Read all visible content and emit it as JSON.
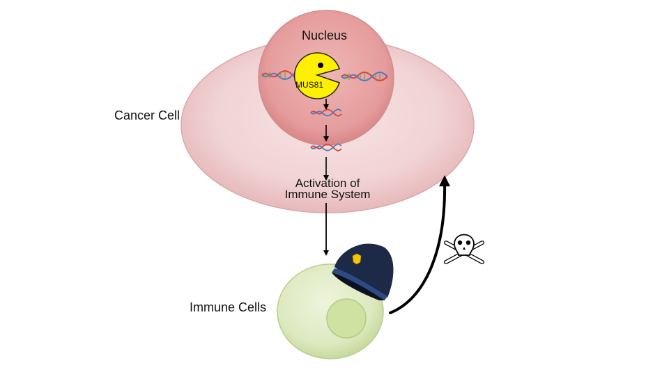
{
  "diagram": {
    "cancer_cell_label": "Cancer Cell",
    "nucleus_label": "Nucleus",
    "enzyme_label": "MUS81",
    "activation_line1": "Activation of",
    "activation_line2": "Immune System",
    "immune_cells_label": "Immune Cells"
  },
  "colors": {
    "cancer_cell_fill": "#f1d3d4",
    "nucleus_fill": "#e79f9f",
    "mus81_fill": "#ffef00",
    "immune_cell_fill": "#dde9bf",
    "immune_nucleus_fill": "#cfe2a2",
    "police_hat": "#1c2a48",
    "badge": "#f6c400",
    "dna_strand_red": "#d6453d",
    "dna_strand_blue": "#4c7cc4"
  },
  "icons": [
    "dna-icon",
    "pacman-enzyme-icon",
    "police-hat-icon",
    "skull-crossbones-icon",
    "arrow-icon"
  ]
}
